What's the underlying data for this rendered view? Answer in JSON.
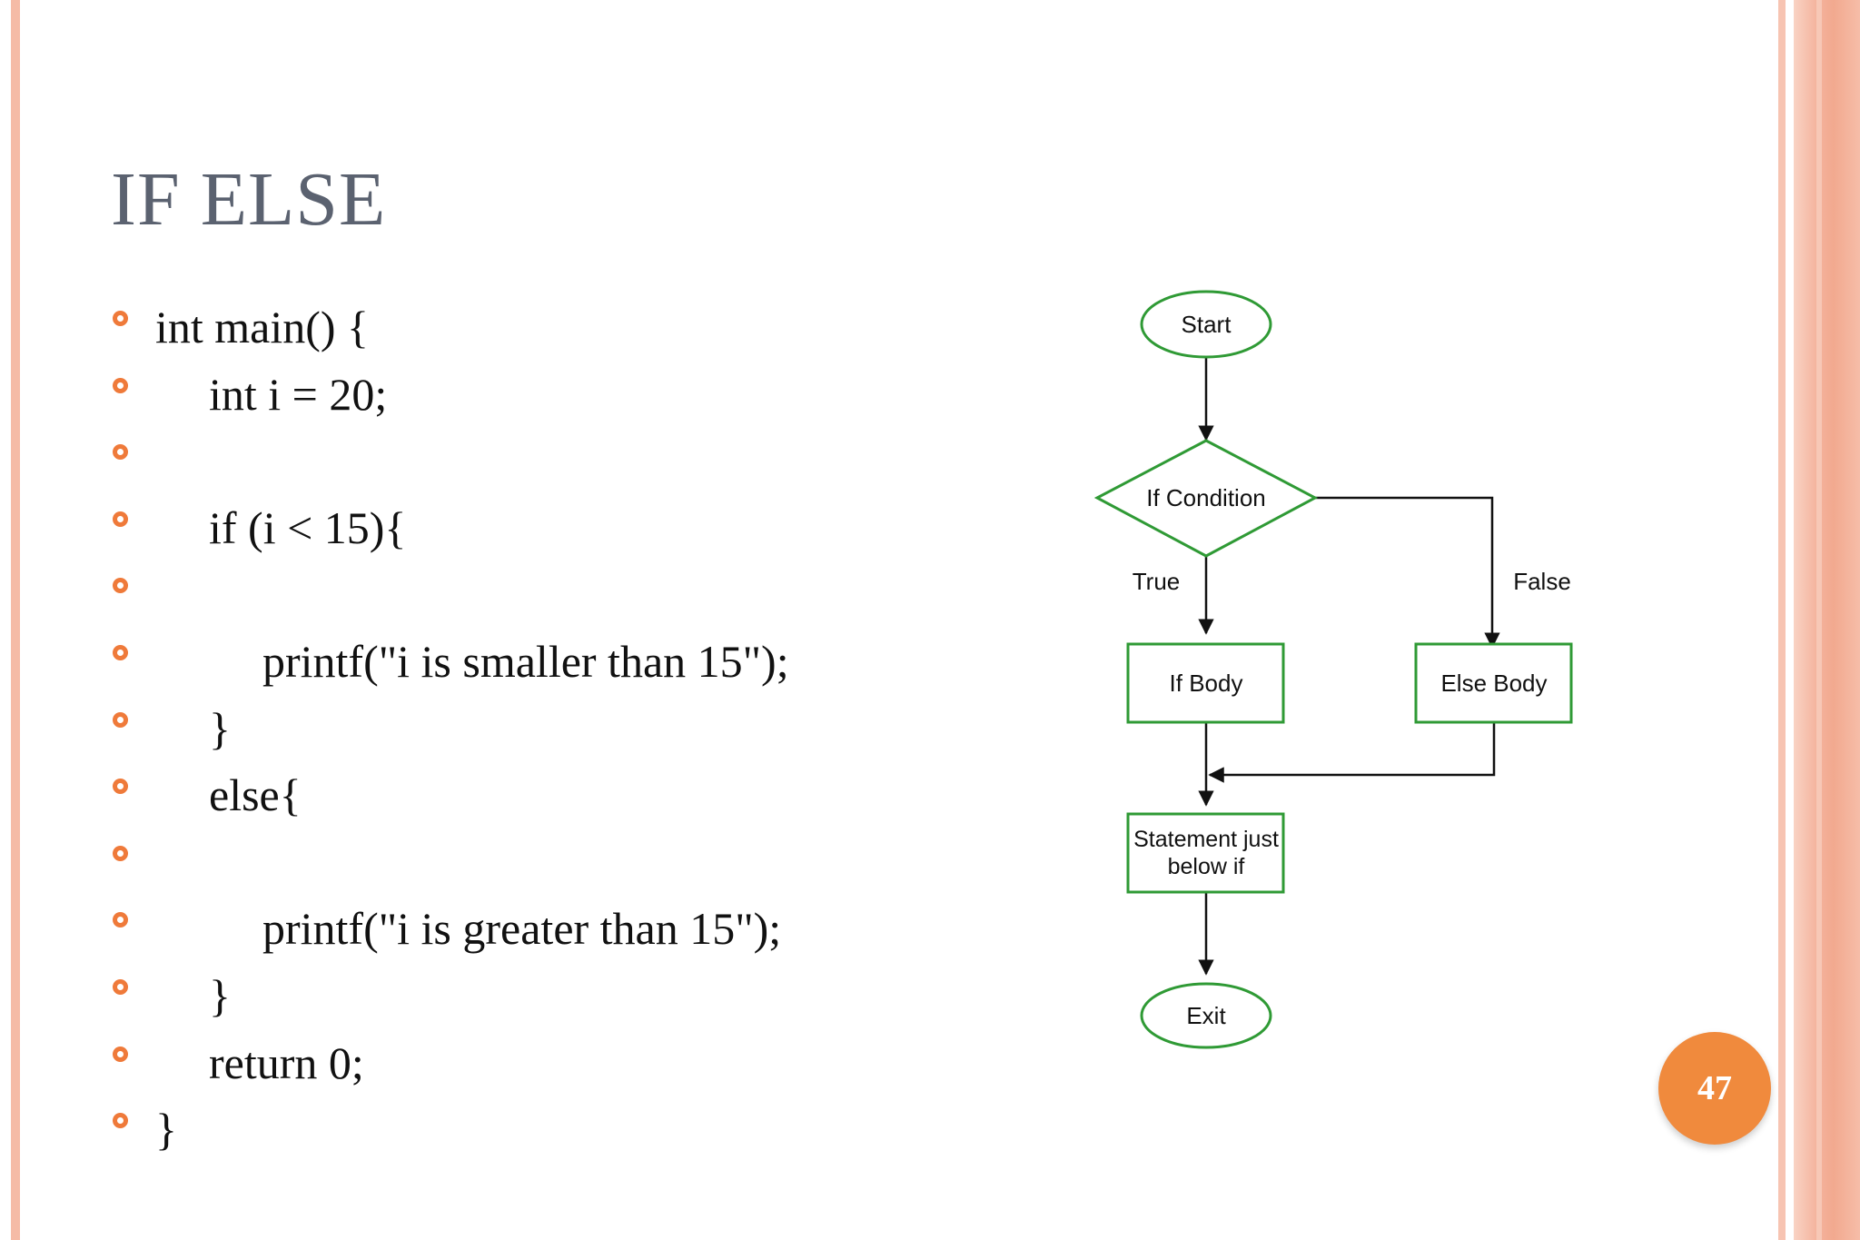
{
  "slide": {
    "title": "IF ELSE",
    "page_number": "47",
    "accent_color": "#ef7a3a",
    "border_color": "#f5bba6"
  },
  "code_lines": [
    {
      "text": "int main() {",
      "indent": 0
    },
    {
      "text": "int i = 20;",
      "indent": 1
    },
    {
      "text": "",
      "indent": 1
    },
    {
      "text": "if (i < 15){",
      "indent": 1
    },
    {
      "text": "",
      "indent": 2
    },
    {
      "text": "printf(\"i is smaller than 15\");",
      "indent": 2
    },
    {
      "text": "}",
      "indent": 1
    },
    {
      "text": "else{",
      "indent": 1
    },
    {
      "text": "",
      "indent": 2
    },
    {
      "text": "printf(\"i is greater than 15\");",
      "indent": 2
    },
    {
      "text": "}",
      "indent": 1
    },
    {
      "text": "return 0;",
      "indent": 1
    },
    {
      "text": "}",
      "indent": 0
    }
  ],
  "flowchart": {
    "start": "Start",
    "condition": "If Condition",
    "true_label": "True",
    "false_label": "False",
    "if_body": "If Body",
    "else_body": "Else Body",
    "statement_line1": "Statement just",
    "statement_line2": "below if",
    "exit": "Exit",
    "shape_color": "#2f9a35"
  }
}
